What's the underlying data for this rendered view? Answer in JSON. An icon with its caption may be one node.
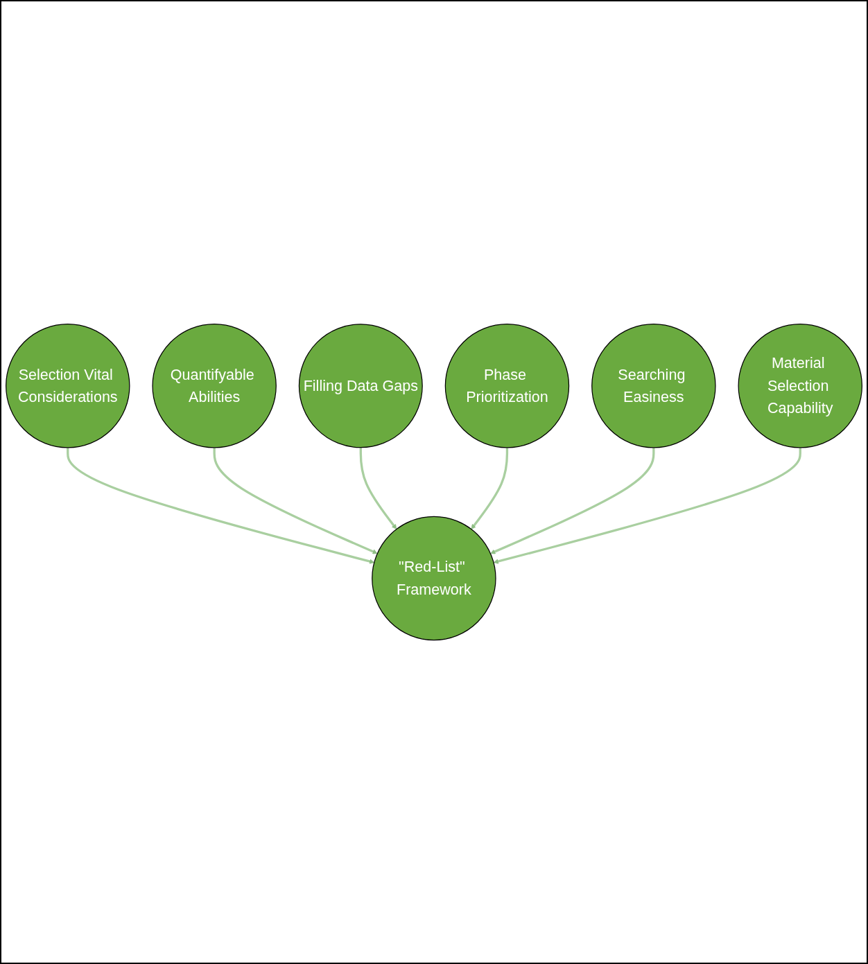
{
  "diagram": {
    "nodes": [
      {
        "text": [
          "Selection Vital Considerations"
        ]
      },
      {
        "text": [
          "Quantifyable Abilities"
        ]
      },
      {
        "text": [
          "Filling Data Gaps"
        ]
      },
      {
        "text": [
          "\"Red-List\" Framework"
        ]
      },
      {
        "text": [
          "Phase Prioritization"
        ]
      },
      {
        "text": [
          "Searching Easiness"
        ]
      },
      {
        "text": [
          "Material Selection Capability"
        ]
      }
    ],
    "edges": [
      {
        "from": 0,
        "to": 3,
        "arrow": "to"
      },
      {
        "from": 1,
        "to": 3,
        "arrow": "to"
      },
      {
        "from": 2,
        "to": 3,
        "arrow": "to"
      },
      {
        "from": 4,
        "to": 3,
        "arrow": "to"
      },
      {
        "from": 5,
        "to": 3,
        "arrow": "to"
      },
      {
        "from": 6,
        "to": 3,
        "arrow": "to"
      }
    ]
  }
}
